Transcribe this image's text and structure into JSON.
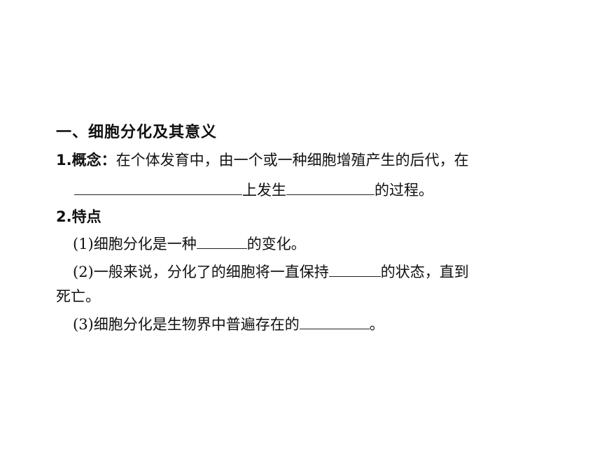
{
  "section_heading": "一、细胞分化及其意义",
  "item1": {
    "label": "1.概念：",
    "text_a": "在个体发育中，由一个或一种细胞增殖产生的后代，在",
    "text_b": "上发生",
    "text_c": "的过程。"
  },
  "item2": {
    "label": "2.特点",
    "sub1": {
      "prefix": "(1)细胞分化是一种",
      "suffix": "的变化。"
    },
    "sub2": {
      "prefix": "(2)一般来说，分化了的细胞将一直保持",
      "suffix": "的状态，直到",
      "continuation": "死亡。"
    },
    "sub3": {
      "prefix": "(3)细胞分化是生物界中普遍存在的",
      "suffix": "。"
    }
  }
}
